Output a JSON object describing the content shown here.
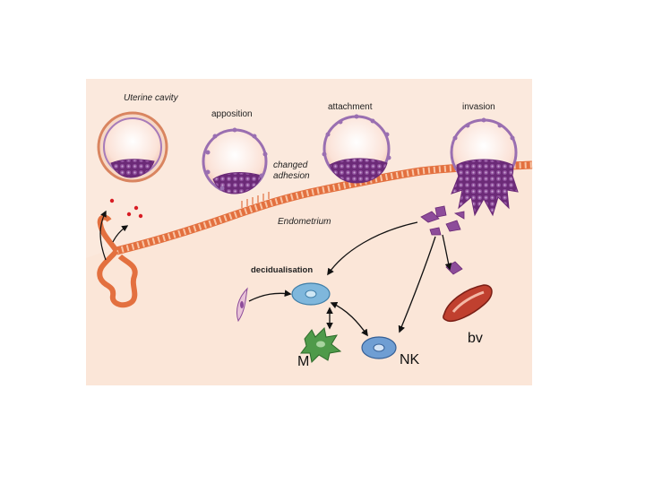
{
  "labels": {
    "uterine_cavity": "Uterine cavity",
    "apposition": "apposition",
    "attachment": "attachment",
    "invasion": "invasion",
    "changed": "changed",
    "adhesion": "adhesion",
    "endometrium": "Endometrium",
    "decidualisation": "decidualisation",
    "m": "M",
    "nk": "NK",
    "bv": "bv"
  },
  "colors": {
    "background": "#fbe9dd",
    "epithelium": "#e3703f",
    "epithelium_light": "#f4a377",
    "embryo_membrane": "#9a6fb1",
    "inner_cell_mass": "#6b2a77",
    "decidual_cell": "#7fb7dc",
    "macrophage": "#4f9a4a",
    "nk_cell": "#6f9ed3",
    "blood_vessel": "#c0402f",
    "secretion_dots": "#d81c24"
  }
}
